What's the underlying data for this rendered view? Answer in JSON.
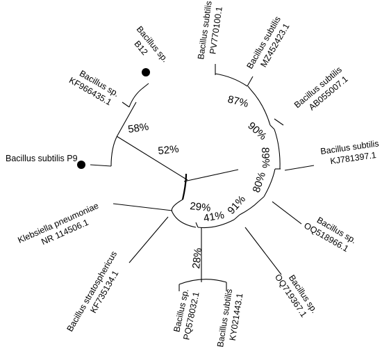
{
  "taxa": [
    {
      "id": "t_b12",
      "line1": "Bacillus sp.",
      "line2": "B12",
      "marker": true
    },
    {
      "id": "t_kf966",
      "line1": "Bacillus sp.",
      "line2": "KF966435.1",
      "marker": false
    },
    {
      "id": "t_p9",
      "line1": "Bacillus subtilis P9",
      "line2": "",
      "marker": true
    },
    {
      "id": "t_kleb",
      "line1": "Klebsiella pneumoniae",
      "line2": "NR 114506.1",
      "marker": false
    },
    {
      "id": "t_strat",
      "line1": "Bacillus stratosphericus",
      "line2": "KF735134.1",
      "marker": false
    },
    {
      "id": "t_pq578",
      "line1": "Bacillus sp.",
      "line2": "PQ578032.1",
      "marker": false
    },
    {
      "id": "t_ky021",
      "line1": "Bacillus subtilis",
      "line2": "KY021443.1",
      "marker": false
    },
    {
      "id": "t_oq719",
      "line1": "Bacillus sp.",
      "line2": "OQ719367.1",
      "marker": false
    },
    {
      "id": "t_oq518",
      "line1": "Bacillus sp.",
      "line2": "OQ518966.1",
      "marker": false
    },
    {
      "id": "t_kj781",
      "line1": "Bacillus subtilis",
      "line2": "KJ781397.1",
      "marker": false
    },
    {
      "id": "t_ab055",
      "line1": "Bacillus subtilis",
      "line2": "AB055007.1",
      "marker": false
    },
    {
      "id": "t_mz452",
      "line1": "Bacillus subtilis",
      "line2": "MZ452423.1",
      "marker": false
    },
    {
      "id": "t_pv770",
      "line1": "Bacillus subtilis",
      "line2": "PV770100.1",
      "marker": false
    }
  ],
  "support": [
    {
      "id": "s58",
      "text": "58%"
    },
    {
      "id": "s52",
      "text": "52%"
    },
    {
      "id": "s87",
      "text": "87%"
    },
    {
      "id": "s90",
      "text": "90%"
    },
    {
      "id": "s89",
      "text": "89%"
    },
    {
      "id": "s80",
      "text": "80%"
    },
    {
      "id": "s91",
      "text": "91%"
    },
    {
      "id": "s41",
      "text": "41%"
    },
    {
      "id": "s29",
      "text": "29%"
    },
    {
      "id": "s28",
      "text": "28%"
    }
  ],
  "colors": {
    "line": "#000000",
    "marker": "#000000",
    "text": "#000000"
  }
}
